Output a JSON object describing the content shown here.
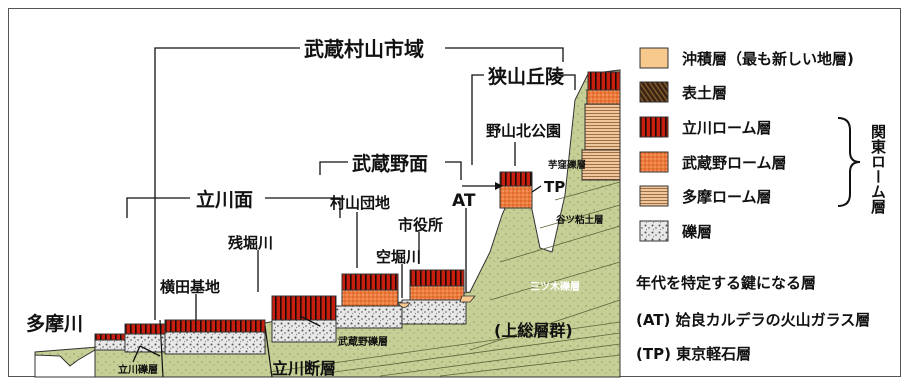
{
  "labels": {
    "city_area": "武蔵村山市域",
    "sayama_hills": "狭山丘陵",
    "musashino_surface": "武蔵野面",
    "tachikawa_surface": "立川面",
    "nogawa_park": "野山北公園",
    "murayama_danchi": "村山団地",
    "city_hall": "市役所",
    "karabori_river": "空堀川",
    "zanbori_river": "残堀川",
    "yokota_base": "横田基地",
    "tama_river": "多摩川",
    "at": "AT",
    "tp": "TP",
    "imokubo_gravel": "芋窪礫層",
    "yatsu_clay": "谷ツ粘土層",
    "mitsugi_gravel": "三ツ木礫層",
    "kazusa_group": "(上総層群)",
    "musashino_gravel": "武蔵野礫層",
    "tachikawa_gravel": "立川礫層",
    "tachikawa_fault": "立川断層"
  },
  "legend": {
    "items": [
      {
        "label": "沖積層（最も新しい地層)"
      },
      {
        "label": "表土層"
      },
      {
        "label": "立川ローム層"
      },
      {
        "label": "武蔵野ローム層"
      },
      {
        "label": "多摩ローム層"
      },
      {
        "label": "礫層"
      }
    ],
    "group_label": "関東ローム層"
  },
  "notes": {
    "title": "年代を特定する鍵になる層",
    "at": "(AT) 姶良カルデラの火山ガラス層",
    "tp": "(TP) 東京軽石層"
  }
}
